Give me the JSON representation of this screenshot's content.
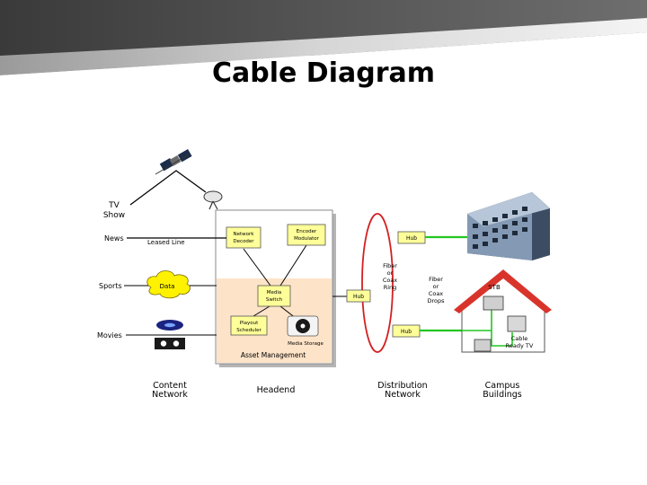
{
  "slide": {
    "title": "Cable Diagram"
  },
  "sources": {
    "tv_show": [
      "TV",
      "Show"
    ],
    "news": "News",
    "leased_line": "Leased Line",
    "sports": "Sports",
    "data_cloud": "Data",
    "movies": "Movies"
  },
  "headend": {
    "network_decoder": [
      "Network",
      "Decoder"
    ],
    "encoder_modulator": [
      "Encoder",
      "Modulator"
    ],
    "media_switch": [
      "Media",
      "Switch"
    ],
    "playout_scheduler": [
      "Playout",
      "Scheduler"
    ],
    "media_storage": "Media Storage",
    "asset_management": "Asset Management"
  },
  "distribution": {
    "hub_top": "Hub",
    "hub_middle": "Hub",
    "hub_bottom": "Hub",
    "fiber_coax_ring": [
      "Fiber",
      "or",
      "Coax",
      "Ring"
    ],
    "fiber_coax_drops": [
      "Fiber",
      "or",
      "Coax",
      "Drops"
    ]
  },
  "campus": {
    "stb": "STB",
    "cable_ready_tv": [
      "Cable",
      "Ready TV"
    ]
  },
  "columns": {
    "content_network": [
      "Content",
      "Network"
    ],
    "headend": "Headend",
    "distribution_network": [
      "Distribution",
      "Network"
    ],
    "campus_buildings": [
      "Campus",
      "Buildings"
    ]
  },
  "colors": {
    "banner_dark": "#3a3a3a",
    "banner_light": "#b9b9b9",
    "box_yellow": "#ffff99",
    "storage_peach": "#fde3c8",
    "cloud_yellow": "#fff200",
    "fiber_red": "#d42020",
    "drop_green": "#22c722",
    "roof_red": "#d9342b"
  }
}
